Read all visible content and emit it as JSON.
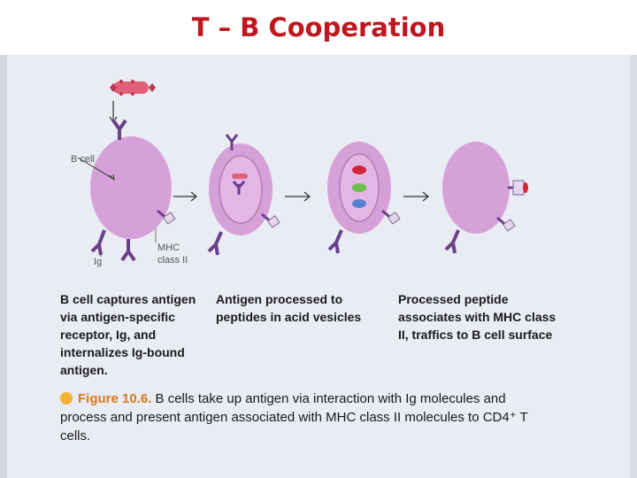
{
  "title": "T – B Cooperation",
  "labels": {
    "b_cell": "B cell",
    "ig": "Ig",
    "mhc": "MHC",
    "class_ii": "class II"
  },
  "captions": {
    "step1": "B cell captures antigen via antigen-specific receptor, Ig, and internalizes Ig-bound antigen.",
    "step2": "Antigen processed to peptides in acid vesicles",
    "step3": "Processed peptide associates with MHC class II, traffics to B cell surface"
  },
  "figure_caption": {
    "number": "Figure 10.6.",
    "text": "B cells take up antigen via interaction with Ig molecules and process and present antigen associated with MHC class II molecules to CD4⁺ T cells."
  },
  "colors": {
    "title": "#c0161e",
    "cell_fill": "#d6a1d8",
    "receptor": "#6b3f8a",
    "antigen": "#e0607a",
    "peptide_red": "#d2243a",
    "peptide_green": "#6bbf4a",
    "peptide_blue": "#5a7fd0"
  }
}
